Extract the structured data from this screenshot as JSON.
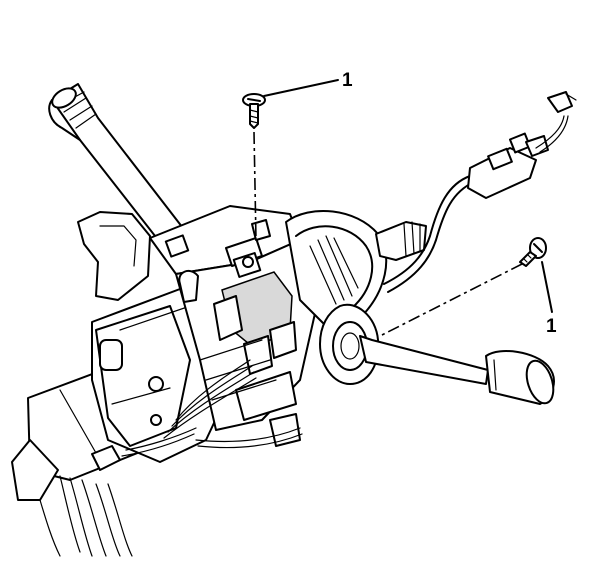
{
  "diagram": {
    "callouts": [
      {
        "id": "callout-top",
        "label": "1"
      },
      {
        "id": "callout-right",
        "label": "1"
      }
    ]
  }
}
